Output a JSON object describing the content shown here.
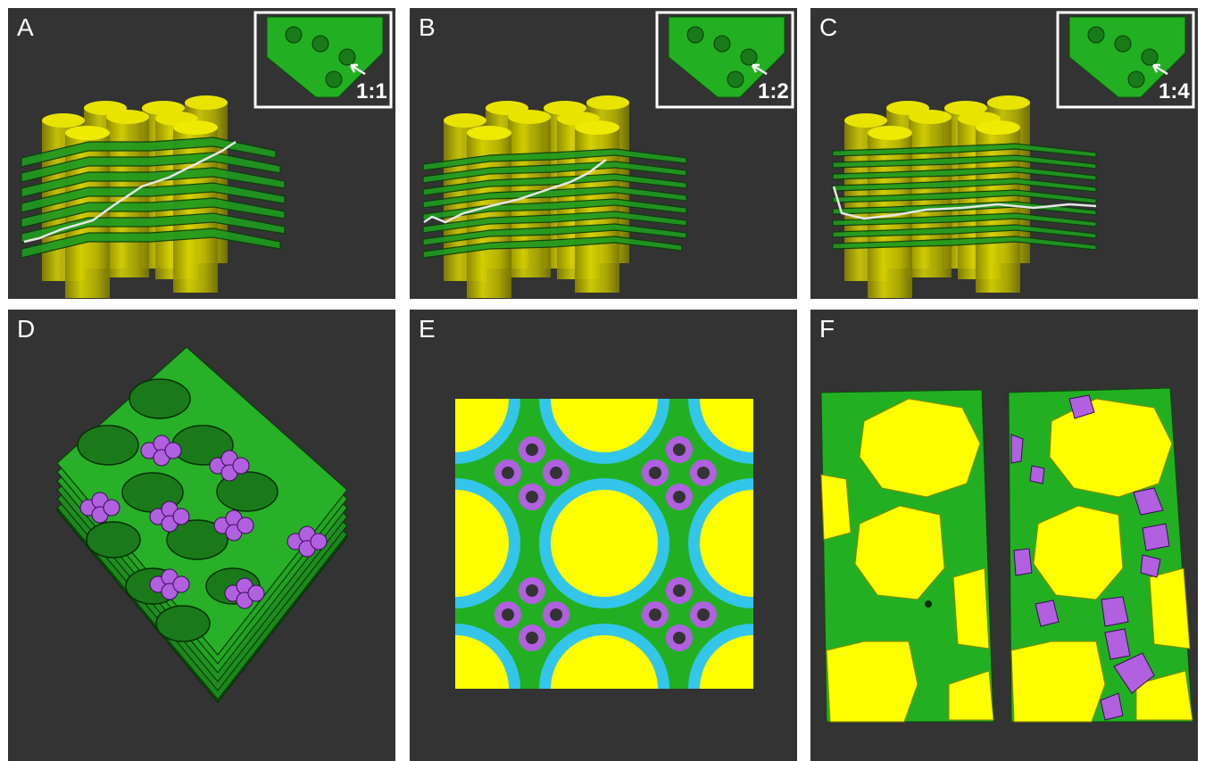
{
  "panels": [
    {
      "label": "A",
      "ratio": "1:1"
    },
    {
      "label": "B",
      "ratio": "1:2"
    },
    {
      "label": "C",
      "ratio": "1:4"
    },
    {
      "label": "D"
    },
    {
      "label": "E"
    },
    {
      "label": "F"
    }
  ],
  "colors": {
    "background": "#333333",
    "fiber": "#d9d500",
    "matrix": "#22a822",
    "blue_ring": "#33c6ea",
    "purple": "#b160e0",
    "purple_core": "#333333",
    "yellow": "#ffff00",
    "trace": "#e6e6e6"
  },
  "icons": [
    "arrow-icon"
  ]
}
